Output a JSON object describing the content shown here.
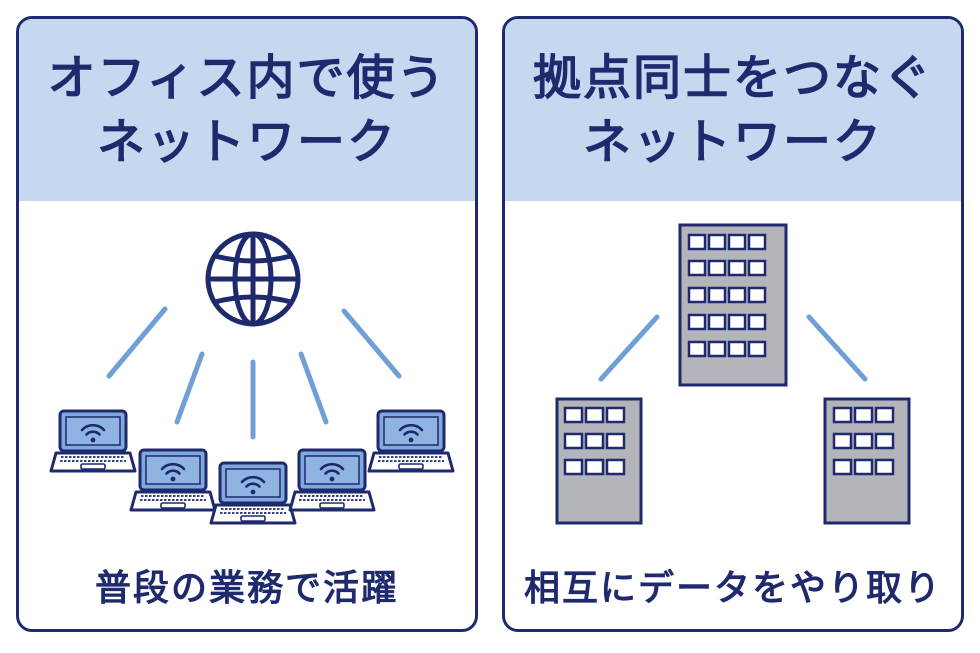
{
  "left_panel": {
    "title_lines": [
      "オフィス内で使う",
      "ネットワーク"
    ],
    "caption": "普段の業務で活躍",
    "icons": {
      "center": "globe-icon",
      "devices": "laptop-wifi-icon",
      "links": "connection-line"
    }
  },
  "right_panel": {
    "title_lines": [
      "拠点同士をつなぐ",
      "ネットワーク"
    ],
    "caption": "相互にデータをやり取り",
    "icons": {
      "main": "building-icon",
      "branches": "building-icon",
      "links": "connection-line"
    }
  },
  "colors": {
    "navy": "#1f2a6e",
    "header_bg": "#c6d8ef",
    "line_blue": "#6f9fd6",
    "screen_blue": "#7fa8db",
    "building_gray": "#b4b5ba"
  }
}
